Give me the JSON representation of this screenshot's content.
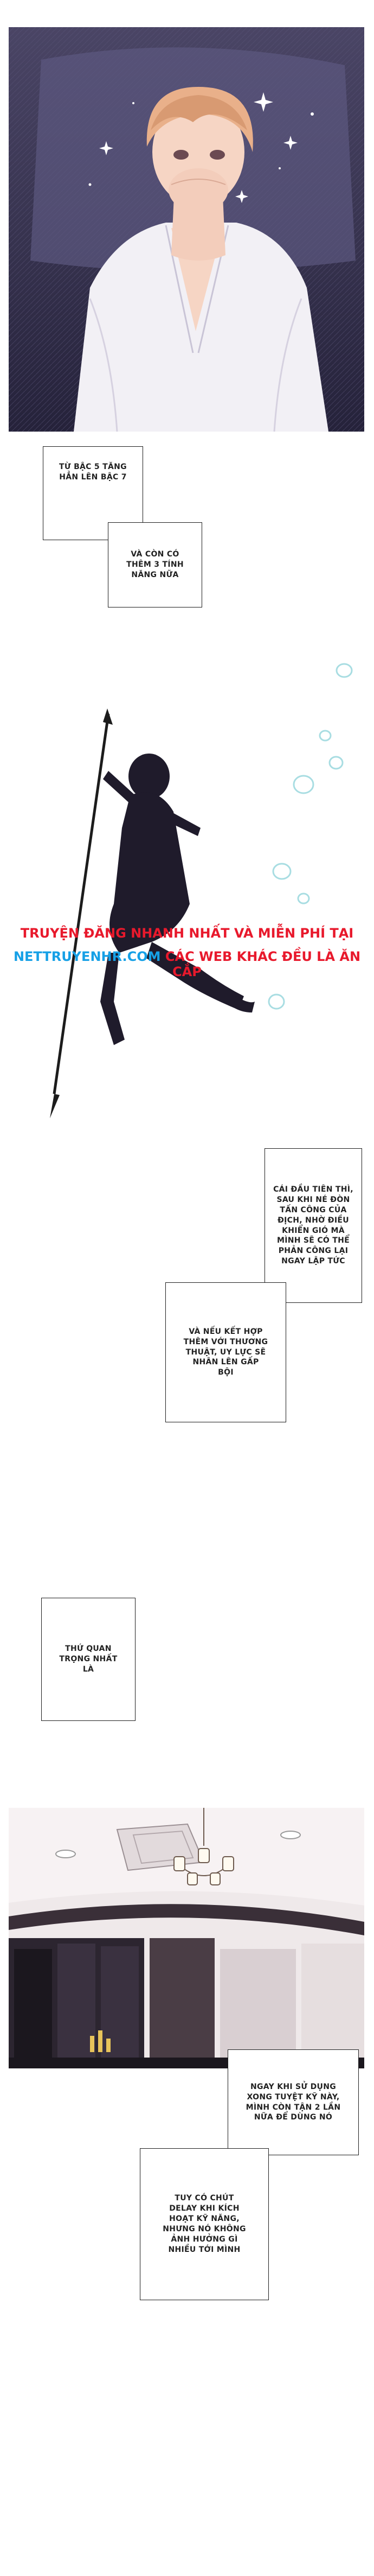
{
  "captions": {
    "c1": "TỪ BẬC 5 TĂNG\nHẲN LÊN BẬC 7",
    "c2": "VÀ CÒN CÓ\nTHÊM 3 TÍNH\nNĂNG NỮA",
    "c3": "CÁI ĐẦU TIÊN THÌ,\nSAU KHI NÉ ĐÒN\nTẤN CÔNG CỦA\nĐỊCH, NHỜ ĐIỀU\nKHIỂN GIÓ MÀ\nMÌNH SẼ CÓ THỂ\nPHẢN CÔNG LẠI\nNGAY LẬP TỨC",
    "c4": "VÀ NẾU KẾT HỢP\nTHÊM VỚI THƯƠNG\nTHUẬT, UY LỰC SẼ\nNHÂN LÊN GẤP\nBỘI",
    "c5": "THỨ QUAN\nTRỌNG NHẤT\nLÀ",
    "c6": "NGAY KHI SỬ DỤNG\nXONG TUYỆT KỸ NÀY,\nMÌNH CÒN TẬN 2 LẦN\nNỮA ĐỂ DÙNG NÓ",
    "c7": "TUY CÓ CHÚT\nDELAY KHI KÍCH\nHOẠT KỸ NĂNG,\nNHƯNG NÓ KHÔNG\nẢNH HƯỞNG GÌ\nNHIỀU TỚI MÌNH"
  },
  "watermark": {
    "line1": "TRUYỆN ĐĂNG NHANH NHẤT VÀ MIỄN PHÍ TẠI",
    "site": "NETTRUYENHR.COM",
    "line2": " CÁC WEB KHÁC ĐỀU LÀ ĂN CẮP"
  },
  "colors": {
    "night_bg": "#3a3550",
    "robe": "#f2f0f5",
    "hair": "#e9b08a",
    "skin": "#f6d5c4",
    "watermark_red": "#e8192c",
    "watermark_blue": "#16a0e6",
    "room_wall": "#efe9ea",
    "room_dark": "#2c2530"
  }
}
